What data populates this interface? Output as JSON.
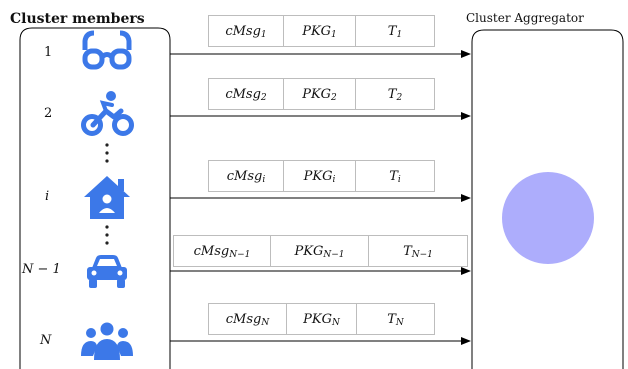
{
  "title_members": "Cluster members",
  "title_aggregator": "Cluster Aggregator",
  "members": [
    {
      "label": "1",
      "italic": false,
      "label_sub": "",
      "icon": "glasses-icon"
    },
    {
      "label": "2",
      "italic": false,
      "label_sub": "",
      "icon": "cyclist-icon"
    },
    {
      "label": "i",
      "italic": true,
      "label_sub": "",
      "icon": "home-user-icon"
    },
    {
      "label": "N − 1",
      "italic": true,
      "label_sub": "",
      "icon": "car-icon"
    },
    {
      "label": "N",
      "italic": true,
      "label_sub": "",
      "icon": "group-icon"
    }
  ],
  "messages": [
    {
      "cmsg": "cMsg",
      "pkg": "PKG",
      "t": "T",
      "sub": "1"
    },
    {
      "cmsg": "cMsg",
      "pkg": "PKG",
      "t": "T",
      "sub": "2"
    },
    {
      "cmsg": "cMsg",
      "pkg": "PKG",
      "t": "T",
      "sub": "i"
    },
    {
      "cmsg": "cMsg",
      "pkg": "PKG",
      "t": "T",
      "sub": "N−1"
    },
    {
      "cmsg": "cMsg",
      "pkg": "PKG",
      "t": "T",
      "sub": "N"
    }
  ],
  "colors": {
    "icon": "#3c78e8",
    "circle": "#adadfc",
    "line": "#000000",
    "box_border": "#bdbdbd"
  }
}
